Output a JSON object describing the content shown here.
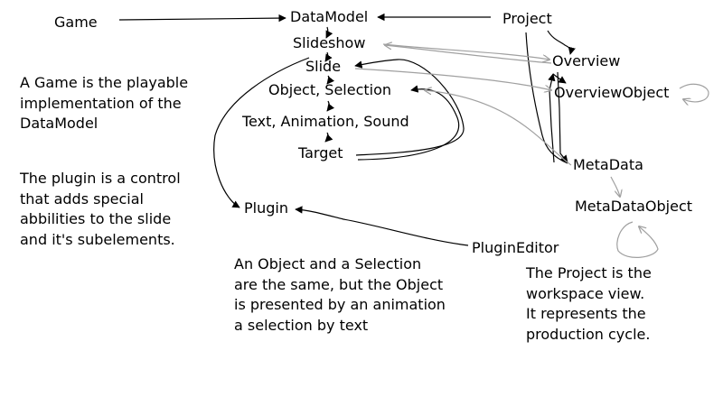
{
  "nodes": {
    "game": "Game",
    "datamodel": "DataModel",
    "project": "Project",
    "slideshow": "Slideshow",
    "slide": "Slide",
    "object_selection": "Object, Selection",
    "text_animation_sound": "Text, Animation, Sound",
    "target": "Target",
    "plugin": "Plugin",
    "plugin_editor": "PluginEditor",
    "overview": "Overview",
    "overview_object": "OverviewObject",
    "metadata": "MetaData",
    "metadata_object": "MetaDataObject"
  },
  "notes": {
    "game": "A Game is the playable\nimplementation of the\nDataModel",
    "plugin": "The plugin is a control\nthat adds special\nabbilities to the slide\nand it's subelements.",
    "object_selection": "An Object and a Selection\nare the same, but the Object\nis presented by an animation\na selection by text",
    "project": "The Project is the\nworkspace view.\nIt represents the\nproduction cycle."
  },
  "colors": {
    "black_link": "#000000",
    "gray_link": "#a0a0a0",
    "background": "#ffffff"
  }
}
